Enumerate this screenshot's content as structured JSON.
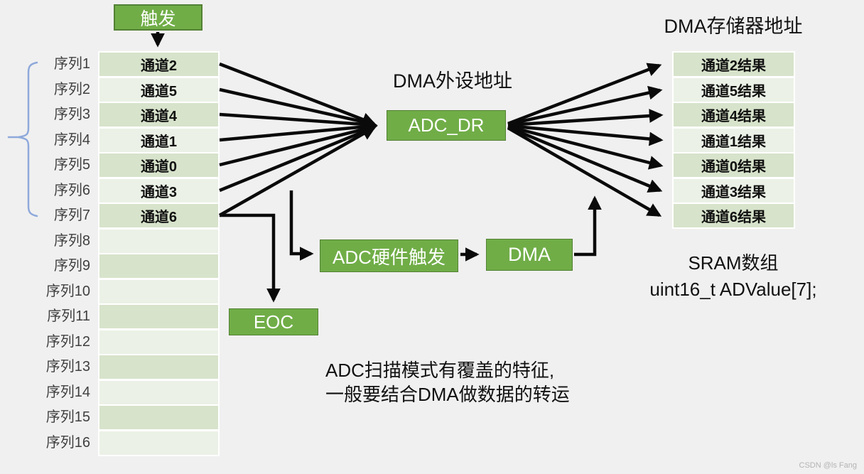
{
  "diagram_title_left": "DMA外设地址",
  "diagram_title_right": "DMA存储器地址",
  "boxes": {
    "trigger": "触发",
    "adc_dr": "ADC_DR",
    "adc_hw_trigger": "ADC硬件触发",
    "dma": "DMA",
    "eoc": "EOC"
  },
  "sequence_labels": [
    "序列1",
    "序列2",
    "序列3",
    "序列4",
    "序列5",
    "序列6",
    "序列7",
    "序列8",
    "序列9",
    "序列10",
    "序列11",
    "序列12",
    "序列13",
    "序列14",
    "序列15",
    "序列16"
  ],
  "channels": [
    "通道2",
    "通道5",
    "通道4",
    "通道1",
    "通道0",
    "通道3",
    "通道6",
    "",
    "",
    "",
    "",
    "",
    "",
    "",
    "",
    ""
  ],
  "results": [
    "通道2结果",
    "通道5结果",
    "通道4结果",
    "通道1结果",
    "通道0结果",
    "通道3结果",
    "通道6结果"
  ],
  "sram": {
    "line1": "SRAM数组",
    "line2": "uint16_t ADValue[7];"
  },
  "note": {
    "line1": "ADC扫描模式有覆盖的特征,",
    "line2": "一般要结合DMA做数据的转运"
  },
  "watermark": "CSDN @ls Fang",
  "colors": {
    "background": "#f0f0f0",
    "box_green": "#70ad47",
    "box_border": "#538135",
    "band_dark": "#d7e3cb",
    "band_light": "#ebf1e6",
    "brace_blue": "#8ea9db",
    "arrow_black": "#0a0a0a",
    "label_gray": "#3f3f3f"
  }
}
